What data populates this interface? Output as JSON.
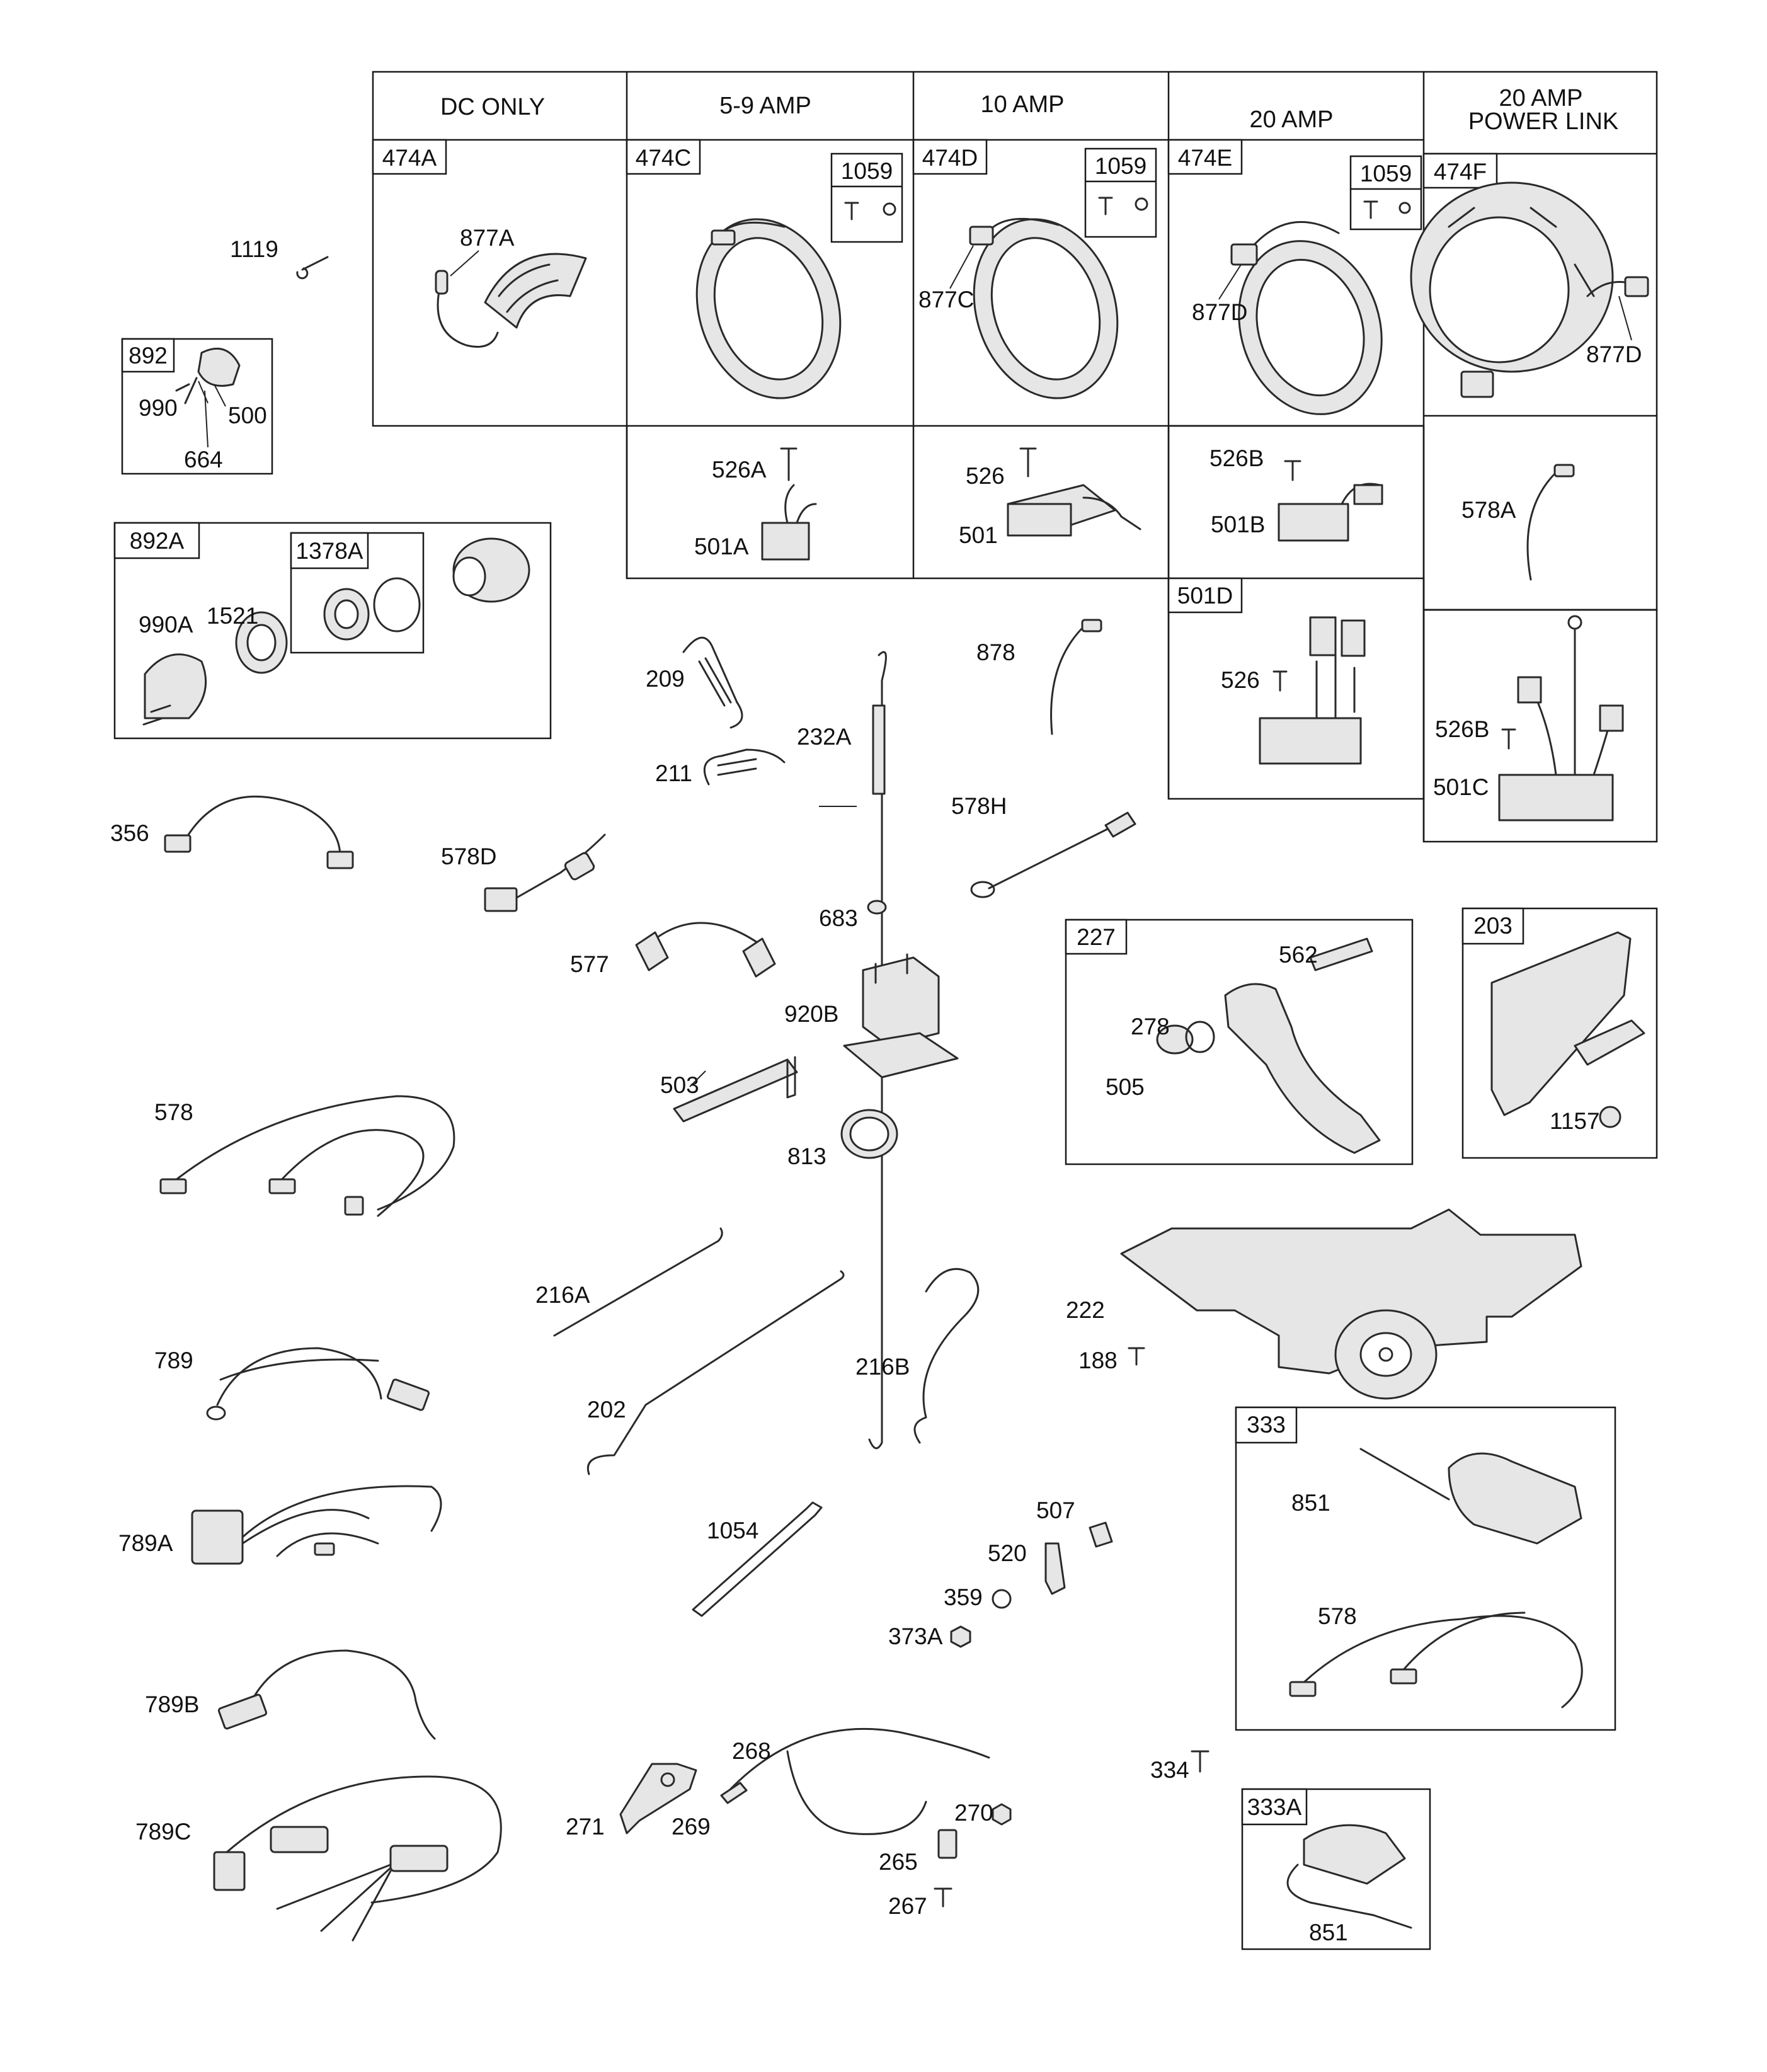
{
  "table": {
    "headers": [
      "DC ONLY",
      "5-9 AMP",
      "10 AMP",
      "20 AMP",
      "20 AMP",
      "POWER LINK"
    ]
  },
  "boxes": {
    "b474A": "474A",
    "b474C": "474C",
    "b474D": "474D",
    "b474E": "474E",
    "b474F": "474F",
    "b1059a": "1059",
    "b1059b": "1059",
    "b1059c": "1059",
    "b501D": "501D",
    "b892": "892",
    "b892A": "892A",
    "b1378A": "1378A",
    "b227": "227",
    "b203": "203",
    "b333": "333",
    "b333A": "333A"
  },
  "labels": {
    "l1119": "1119",
    "l877A": "877A",
    "l877C": "877C",
    "l877D1": "877D",
    "l877D2": "877D",
    "l526A": "526A",
    "l501A": "501A",
    "l526": "526",
    "l501": "501",
    "l526B1": "526B",
    "l501B": "501B",
    "l578A": "578A",
    "l526c": "526",
    "l526B2": "526B",
    "l501C": "501C",
    "l990": "990",
    "l500": "500",
    "l664": "664",
    "l990A": "990A",
    "l1521": "1521",
    "l209": "209",
    "l232A": "232A",
    "l878": "878",
    "l211": "211",
    "l578H": "578H",
    "l356": "356",
    "l578D": "578D",
    "l683": "683",
    "l577": "577",
    "l920B": "920B",
    "l562": "562",
    "l278": "278",
    "l505": "505",
    "l1157": "1157",
    "l503": "503",
    "l578": "578",
    "l813": "813",
    "l216A": "216A",
    "l222": "222",
    "l188": "188",
    "l216B": "216B",
    "l202": "202",
    "l789": "789",
    "l789A": "789A",
    "l1054": "1054",
    "l507": "507",
    "l520": "520",
    "l359": "359",
    "l373A": "373A",
    "l851a": "851",
    "l578b": "578",
    "l789B": "789B",
    "l268": "268",
    "l334": "334",
    "l270": "270",
    "l271": "271",
    "l269": "269",
    "l265": "265",
    "l267": "267",
    "l789C": "789C",
    "l851b": "851"
  }
}
